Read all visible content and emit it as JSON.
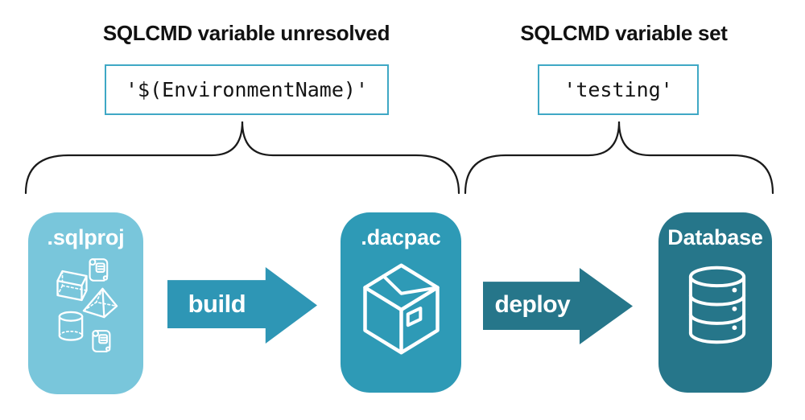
{
  "annotations": {
    "left": {
      "heading": "SQLCMD variable unresolved",
      "value": "'$(EnvironmentName)'"
    },
    "right": {
      "heading": "SQLCMD variable set",
      "value": "'testing'"
    }
  },
  "pipeline": {
    "stages": [
      {
        "label": ".sqlproj",
        "color": "#79C6DB",
        "icon": "sql-project-objects-icon"
      },
      {
        "label": ".dacpac",
        "color": "#2E9AB6",
        "icon": "package-icon"
      },
      {
        "label": "Database",
        "color": "#26768A",
        "icon": "database-icon"
      }
    ],
    "arrows": [
      {
        "label": "build",
        "color": "#2E96B5"
      },
      {
        "label": "deploy",
        "color": "#26768A"
      }
    ]
  },
  "colors": {
    "background": "#FFFFFF",
    "heading_text": "#111111",
    "value_box_border": "#3FA8C5",
    "brace_stroke": "#1A1A1A",
    "icon_stroke": "#FFFFFF"
  }
}
